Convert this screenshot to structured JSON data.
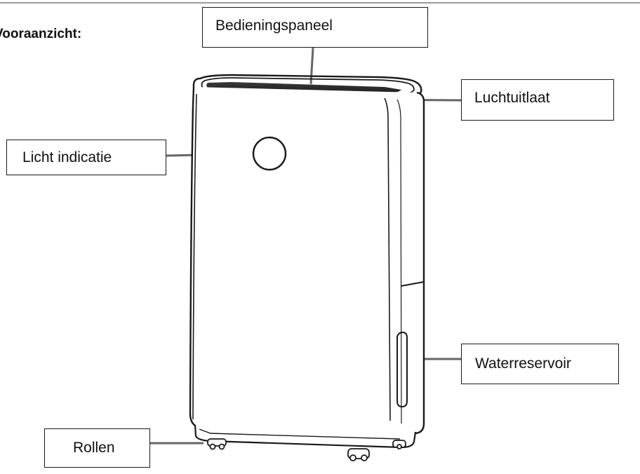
{
  "title": "Vooraanzicht:",
  "labels": {
    "control_panel": "Bedieningspaneel",
    "air_outlet": "Luchtuitlaat",
    "light_indicator": "Licht indicatie",
    "water_tank": "Waterreservoir",
    "wheels": "Rollen"
  },
  "colors": {
    "line": "#666666",
    "outline": "#1a1a1a"
  }
}
